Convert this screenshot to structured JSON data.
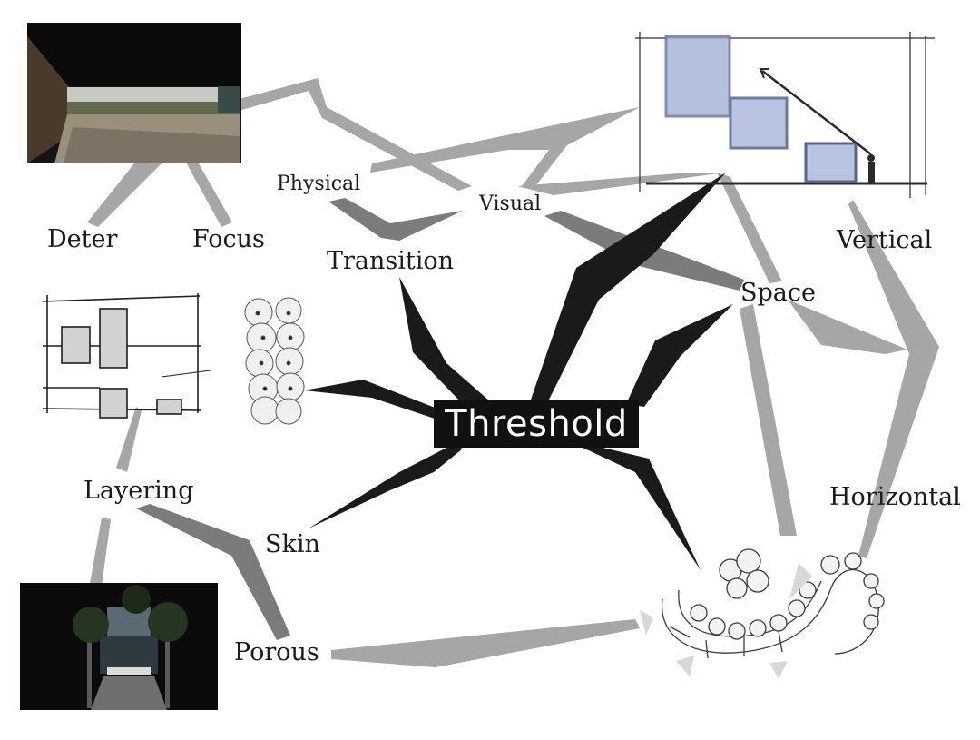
{
  "center": {
    "label": "Threshold"
  },
  "labels": {
    "deter": "Deter",
    "focus": "Focus",
    "physical": "Physical",
    "visual": "Visual",
    "transition": "Transition",
    "space": "Space",
    "vertical": "Vertical",
    "horizontal": "Horizontal",
    "layering": "Layering",
    "skin": "Skin",
    "porous": "Porous"
  },
  "colors": {
    "primary_branch": "#1a1a1a",
    "mid_branch": "#7d7d7d",
    "light_branch": "#a8a8a8",
    "sketch_blue": "#8fa0c6",
    "sketch_line": "#2a2a2a"
  },
  "images": {
    "top_left": "photo-covered-walkway-icon",
    "top_right": "sketch-stepped-section-icon",
    "mid_left": "sketch-plan-layers-icon",
    "mid_skin": "sketch-foliage-column-icon",
    "bottom_left": "photo-building-facade-trees-icon",
    "bottom_right": "sketch-planting-plan-icon"
  }
}
